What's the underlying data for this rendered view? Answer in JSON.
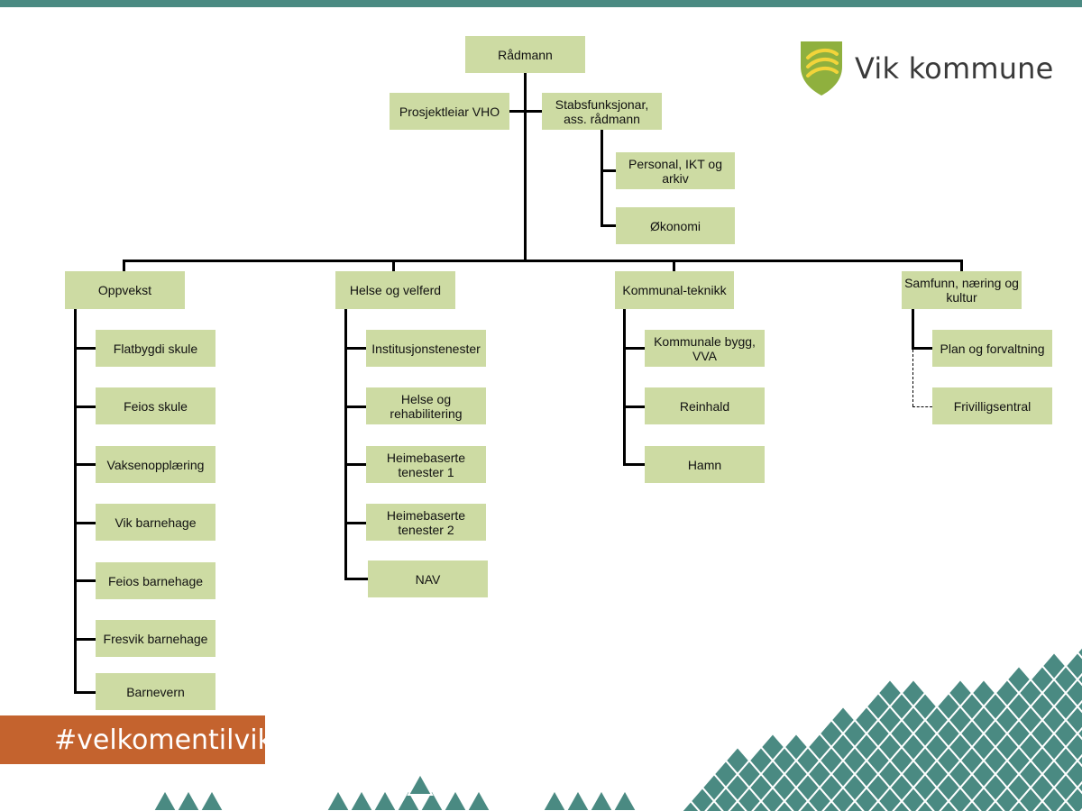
{
  "logo": {
    "text": "Vik kommune",
    "shield_color": "#8fb03e",
    "accent_color": "#f2d43a"
  },
  "hashtag": "#velkomentilvik",
  "colors": {
    "box": "#cddba3",
    "line": "#000000",
    "brand_teal": "#4a8a82",
    "hashtag_bg": "#c4632e"
  },
  "org": {
    "top": "Rådmann",
    "left_staff": "Prosjektleiar VHO",
    "right_staff": "Stabsfunksjonar, ass. rådmann",
    "staff_children": [
      "Personal, IKT og arkiv",
      "Økonomi"
    ],
    "departments": [
      {
        "name": "Oppvekst",
        "units": [
          "Flatbygdi skule",
          "Feios skule",
          "Vaksenopplæring",
          "Vik barnehage",
          "Feios barnehage",
          "Fresvik barnehage",
          "Barnevern"
        ]
      },
      {
        "name": "Helse og velferd",
        "units": [
          "Institusjonstenester",
          "Helse og rehabilitering",
          "Heimebaserte tenester 1",
          "Heimebaserte tenester 2",
          "NAV"
        ]
      },
      {
        "name": "Kommunal-teknikk",
        "units": [
          "Kommunale bygg, VVA",
          "Reinhald",
          "Hamn"
        ]
      },
      {
        "name": "Samfunn, næring og kultur",
        "units": [
          "Plan og forvaltning",
          "Frivilligsentral"
        ]
      }
    ]
  }
}
